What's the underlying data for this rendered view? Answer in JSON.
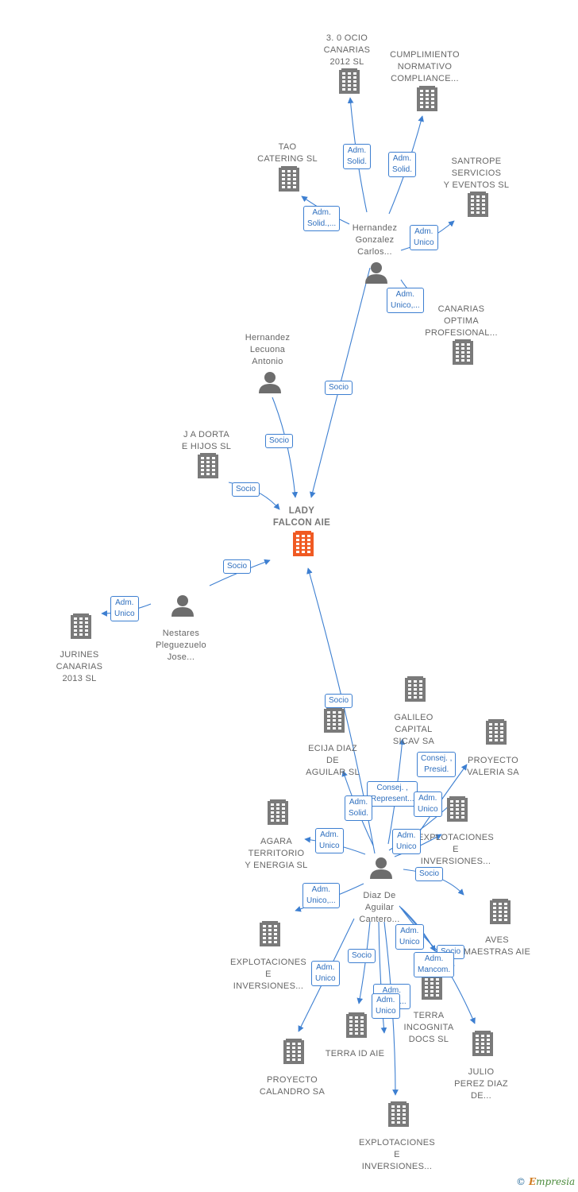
{
  "colors": {
    "edge": "#3d7fd1",
    "company": "#7a7a7a",
    "person": "#6d6d6d",
    "center": "#f05a23",
    "label": "#666666"
  },
  "nodes": [
    {
      "id": "lady_falcon",
      "type": "company",
      "center": true,
      "label": "LADY\nFALCON  AIE"
    },
    {
      "id": "ocio",
      "type": "company",
      "label": "3. 0 OCIO\nCANARIAS\n2012 SL"
    },
    {
      "id": "cumplimiento",
      "type": "company",
      "label": "CUMPLIMIENTO\nNORMATIVO\nCOMPLIANCE..."
    },
    {
      "id": "tao",
      "type": "company",
      "label": "TAO\nCATERING  SL"
    },
    {
      "id": "santrope",
      "type": "company",
      "label": "SANTROPE\nSERVICIOS\nY EVENTOS  SL"
    },
    {
      "id": "hernandez_gc",
      "type": "person",
      "label": "Hernandez\nGonzalez\nCarlos..."
    },
    {
      "id": "canarias_optima",
      "type": "company",
      "label": "CANARIAS\nOPTIMA\nPROFESIONAL..."
    },
    {
      "id": "hernandez_la",
      "type": "person",
      "label": "Hernandez\nLecuona\nAntonio"
    },
    {
      "id": "ja_dorta",
      "type": "company",
      "label": "J A DORTA\nE HIJOS SL"
    },
    {
      "id": "nestares",
      "type": "person",
      "label": "Nestares\nPleguezuelo\nJose..."
    },
    {
      "id": "jurines",
      "type": "company",
      "label": "JURINES\nCANARIAS\n2013 SL"
    },
    {
      "id": "galileo",
      "type": "company",
      "label": "GALILEO\nCAPITAL\nSICAV SA"
    },
    {
      "id": "ecija",
      "type": "company",
      "label": "ECIJA DIAZ\nDE\nAGUILAR  SL"
    },
    {
      "id": "proyecto_valeria",
      "type": "company",
      "label": "PROYECTO\nVALERIA SA"
    },
    {
      "id": "explot1",
      "type": "company",
      "label": "EXPLOTACIONES\nE\nINVERSIONES..."
    },
    {
      "id": "agara",
      "type": "company",
      "label": "AGARA\nTERRITORIO\nY ENERGIA  SL"
    },
    {
      "id": "diaz",
      "type": "person",
      "label": "Diaz De\nAguilar\nCantero..."
    },
    {
      "id": "aves",
      "type": "company",
      "label": "AVES\nMAESTRAS  AIE"
    },
    {
      "id": "explot2",
      "type": "company",
      "label": "EXPLOTACIONES\nE\nINVERSIONES..."
    },
    {
      "id": "terra_incognita",
      "type": "company",
      "label": "TERRA\nINCOGNITA\nDOCS  SL"
    },
    {
      "id": "terra_id",
      "type": "company",
      "label": "TERRA ID  AIE"
    },
    {
      "id": "julio",
      "type": "company",
      "label": "JULIO\nPEREZ DIAZ\nDE..."
    },
    {
      "id": "proyecto_calandro",
      "type": "company",
      "label": "PROYECTO\nCALANDRO SA"
    },
    {
      "id": "explot3",
      "type": "company",
      "label": "EXPLOTACIONES\nE\nINVERSIONES..."
    }
  ],
  "edges": [
    {
      "from": "hernandez_gc",
      "to": "ocio",
      "label": "Adm.\nSolid."
    },
    {
      "from": "hernandez_gc",
      "to": "cumplimiento",
      "label": "Adm.\nSolid."
    },
    {
      "from": "hernandez_gc",
      "to": "tao",
      "label": "Adm.\nSolid.,..."
    },
    {
      "from": "hernandez_gc",
      "to": "santrope",
      "label": "Adm.\nUnico"
    },
    {
      "from": "hernandez_gc",
      "to": "canarias_optima",
      "label": "Adm.\nUnico,..."
    },
    {
      "from": "hernandez_gc",
      "to": "lady_falcon",
      "label": "Socio"
    },
    {
      "from": "hernandez_la",
      "to": "lady_falcon",
      "label": "Socio"
    },
    {
      "from": "ja_dorta",
      "to": "lady_falcon",
      "label": "Socio"
    },
    {
      "from": "nestares",
      "to": "lady_falcon",
      "label": "Socio"
    },
    {
      "from": "nestares",
      "to": "jurines",
      "label": "Adm.\nUnico"
    },
    {
      "from": "diaz",
      "to": "lady_falcon",
      "label": "Socio"
    },
    {
      "from": "diaz",
      "to": "galileo",
      "label": "Consej. ,\nRepresent..."
    },
    {
      "from": "diaz",
      "to": "proyecto_valeria",
      "label": "Consej. ,\nPresid."
    },
    {
      "from": "diaz",
      "to": "ecija",
      "label": "Adm.\nSolid."
    },
    {
      "from": "diaz",
      "to": "explot1",
      "label": "Adm.\nUnico"
    },
    {
      "from": "diaz",
      "to": "explot1",
      "label": "Adm.\nUnico"
    },
    {
      "from": "diaz",
      "to": "agara",
      "label": "Adm.\nUnico"
    },
    {
      "from": "diaz",
      "to": "aves",
      "label": "Socio"
    },
    {
      "from": "diaz",
      "to": "explot2",
      "label": "Adm.\nUnico,..."
    },
    {
      "from": "diaz",
      "to": "terra_incognita",
      "label": "Adm.\nUnico"
    },
    {
      "from": "diaz",
      "to": "julio",
      "label": "Socio"
    },
    {
      "from": "diaz",
      "to": "julio",
      "label": "Adm.\nMancom."
    },
    {
      "from": "diaz",
      "to": "terra_id",
      "label": "Socio"
    },
    {
      "from": "diaz",
      "to": "proyecto_calandro",
      "label": "Adm.\nUnico"
    },
    {
      "from": "diaz",
      "to": "explot3",
      "label": "Adm.\nUnico,..."
    },
    {
      "from": "diaz",
      "to": "explot3",
      "label": "Adm.\nUnico"
    }
  ],
  "watermark": {
    "symbol": "©",
    "brand": "E",
    "rest": "mpresia"
  }
}
